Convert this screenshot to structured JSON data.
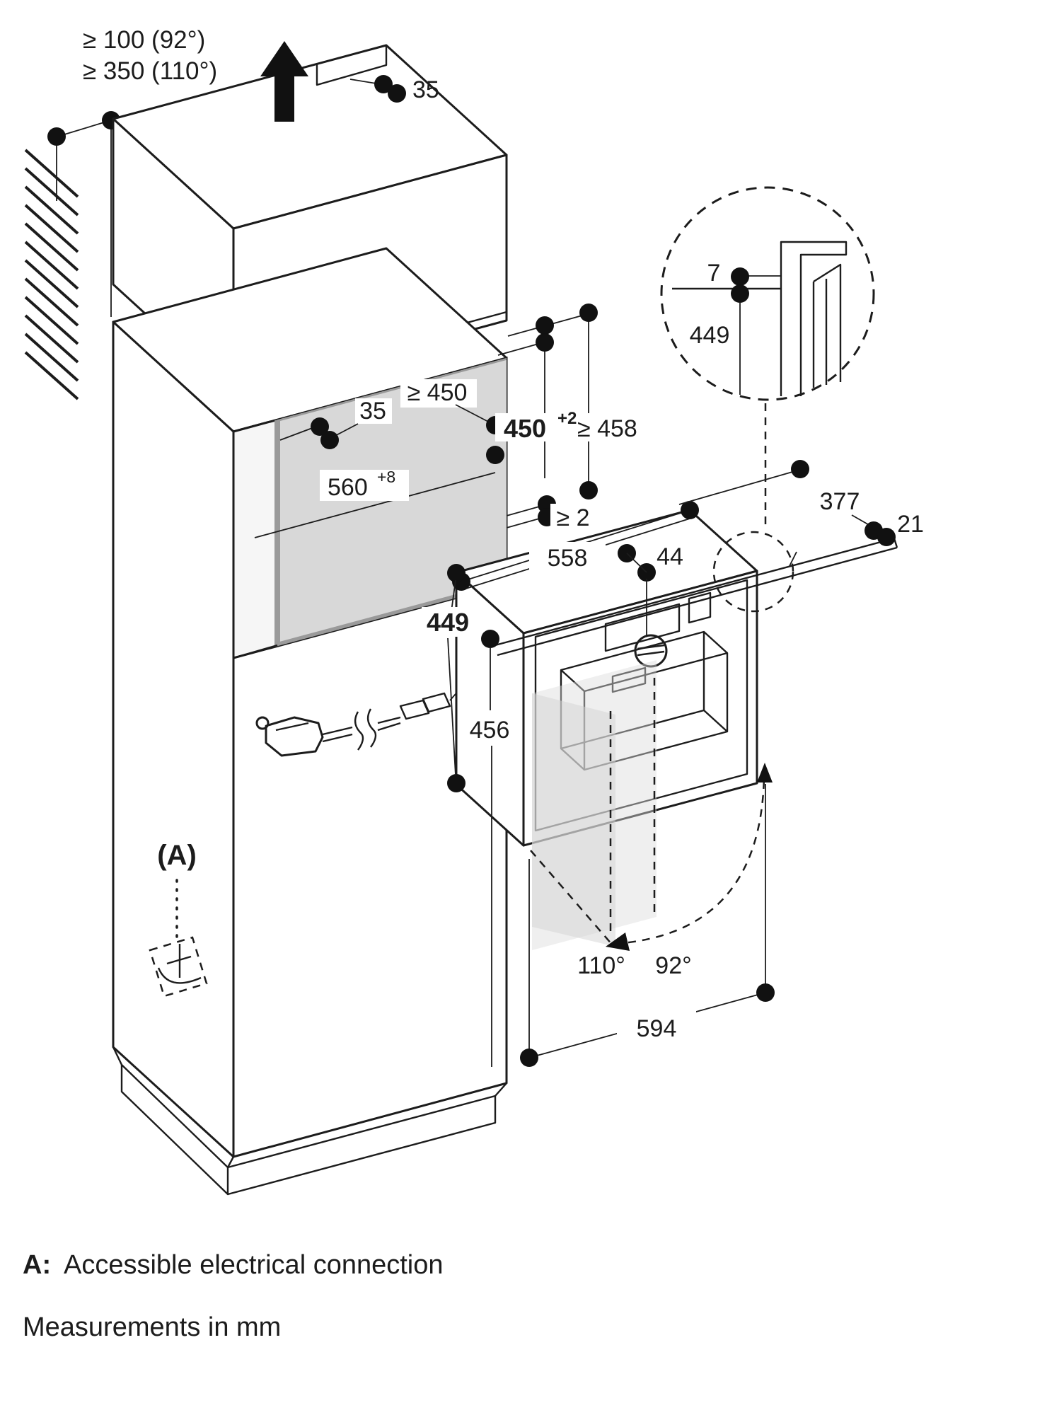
{
  "diagram": {
    "type": "appliance installation drawing",
    "units_note": "Measurements in mm",
    "legend": {
      "key": "A:",
      "text": "Accessible electrical connection"
    },
    "labels": {
      "wall_clearance_92": "≥ 100 (92°)",
      "wall_clearance_110": "≥ 350 (110°)",
      "top_rebate": "35",
      "detail_overlap": "7",
      "detail_height": "449",
      "niche_min_height": "≥ 450",
      "niche_side_gap": "35",
      "niche_height_base": "450",
      "niche_height_tol": "+2",
      "niche_min_clearance": "≥ 458",
      "niche_width_base": "560",
      "niche_width_tol": "+8",
      "min_gap": "≥ 2",
      "appliance_width": "558",
      "knob_offset": "44",
      "depth_dim": "377",
      "trim_depth": "21",
      "appliance_height": "449",
      "front_height": "456",
      "door_angle_110": "110°",
      "door_angle_92": "92°",
      "front_width": "594",
      "connection_point": "(A)"
    },
    "colors": {
      "line": "#1c1c1c",
      "niche_fill": "#d8d8d8",
      "niche_border": "#9a9a9a",
      "door_fill": "#dcdcdc",
      "background": "#ffffff"
    }
  }
}
